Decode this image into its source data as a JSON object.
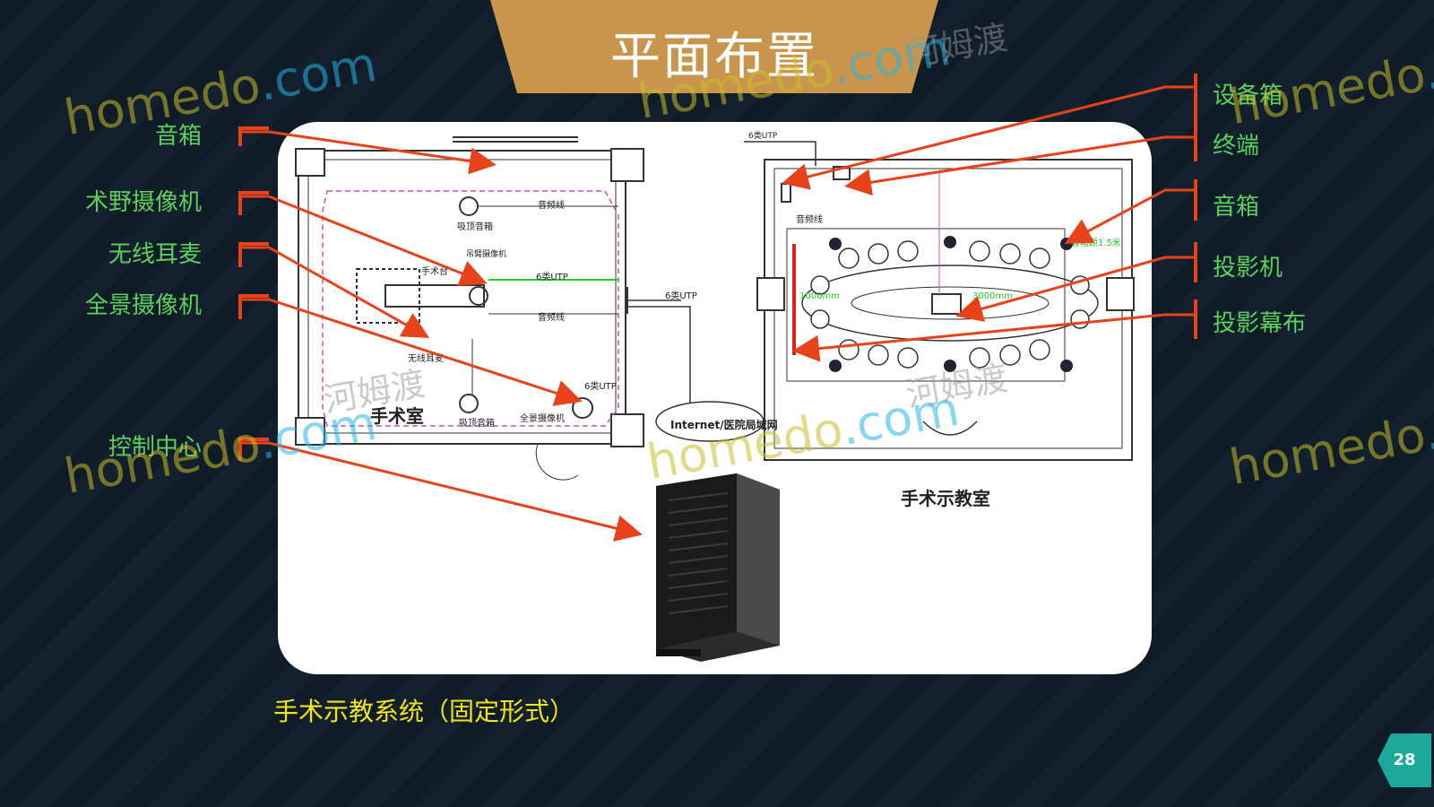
{
  "title": "平面布置",
  "left_labels": [
    {
      "id": "speaker",
      "text": "音箱"
    },
    {
      "id": "field-camera",
      "text": "术野摄像机"
    },
    {
      "id": "wireless-headset",
      "text": "无线耳麦"
    },
    {
      "id": "panoramic-camera",
      "text": "全景摄像机"
    },
    {
      "id": "control-center",
      "text": "控制中心"
    }
  ],
  "right_labels": [
    {
      "id": "equipment-box",
      "text": "设备箱"
    },
    {
      "id": "terminal",
      "text": "终端"
    },
    {
      "id": "speaker",
      "text": "音箱"
    },
    {
      "id": "projector",
      "text": "投影机"
    },
    {
      "id": "projection-screen",
      "text": "投影幕布"
    }
  ],
  "plan": {
    "operating_room": "手术室",
    "teaching_room": "手术示教室",
    "operating_table": "手术台",
    "ceiling_speaker_1": "吸顶音箱",
    "ceiling_speaker_2": "吸顶音箱",
    "panoramic_camera": "全景摄像机",
    "wireless_headset": "无线耳麦",
    "utp_1": "6类UTP",
    "utp_2": "6类UTP",
    "utp_3": "6类UTP",
    "audio_line_1": "音频线",
    "audio_line_2": "音频线",
    "audio_line_3": "音频线",
    "internet": "Internet/医院局域网",
    "dim_1": "1000mm",
    "dim_2": "3000mm",
    "speaker_note": "音箱距1.5米",
    "utp_top": "6类UTP",
    "field_cam_note": "吊臂摄像机"
  },
  "caption": "手术示教系统（固定形式）",
  "page_number": "28",
  "watermark": {
    "brand": "homedo",
    "domain": ".com",
    "zh": "河姆渡"
  },
  "colors": {
    "label": "#5cd05c",
    "arrow": "#e8421b",
    "title_bg": "#c9954c",
    "caption": "#f0e41c",
    "page_badge": "#1aa99b"
  }
}
